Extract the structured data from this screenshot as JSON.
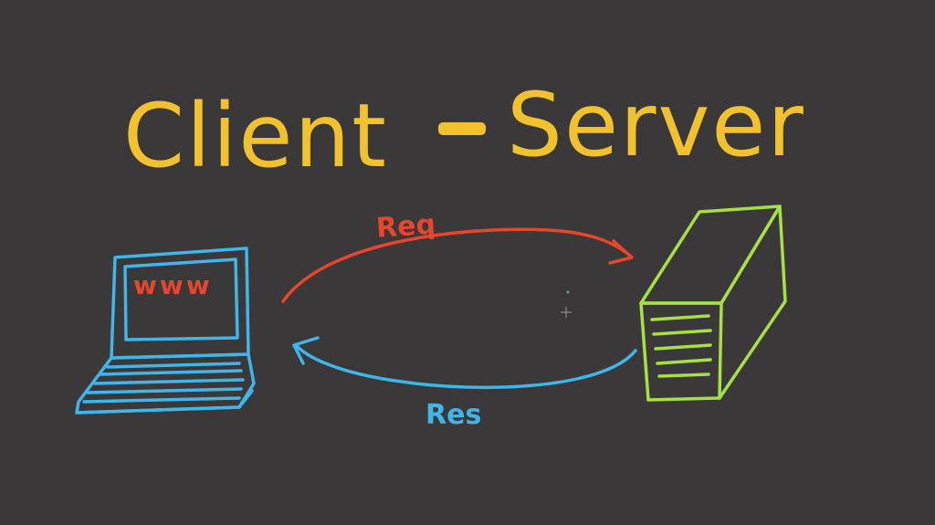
{
  "title": {
    "client": "Client",
    "dash": "-",
    "server": "Server"
  },
  "laptop": {
    "screen_text": "www"
  },
  "arrows": {
    "request_label": "Req",
    "response_label": "Res"
  },
  "colors": {
    "background": "#3a3839",
    "title": "#f2c12e",
    "laptop": "#3fb6ea",
    "server": "#a6e043",
    "request": "#e8452c",
    "response": "#3fb6ea"
  }
}
